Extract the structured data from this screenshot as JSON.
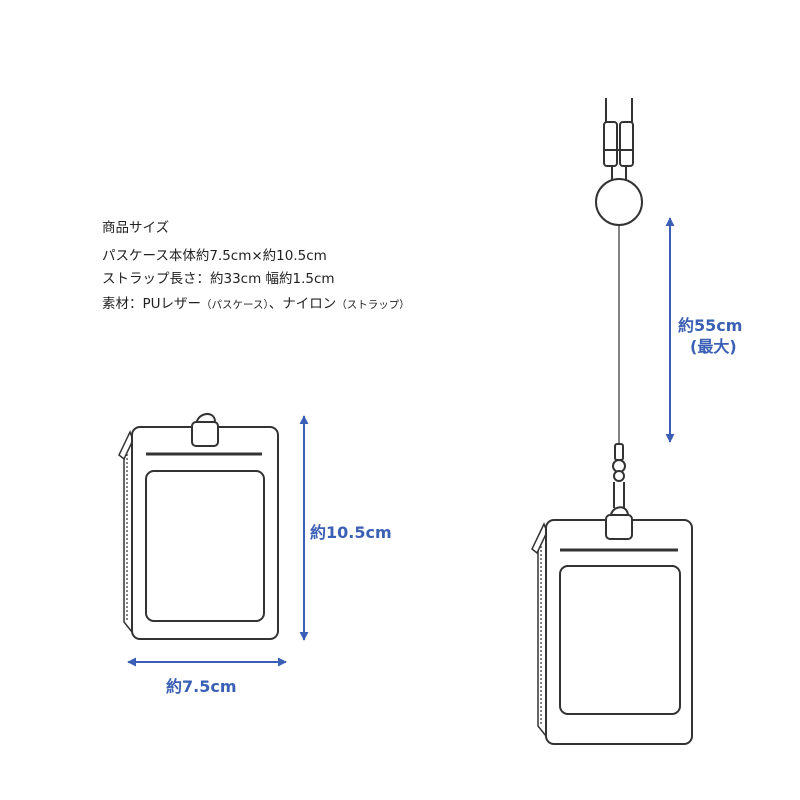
{
  "specs": {
    "heading": "商品サイズ",
    "case_size": "パスケース本体約7.5cm×約10.5cm",
    "strap_size": "ストラップ長さ：約33cm 幅約1.5cm",
    "material_label": "素材：PUレザー",
    "material_case_note": "（パスケース）",
    "material_sep": "、ナイロン",
    "material_strap_note": "（ストラップ）"
  },
  "dimensions": {
    "height": "約10.5cm",
    "width": "約7.5cm",
    "reel_length": "約55cm",
    "reel_length_note": "(最大)"
  },
  "colors": {
    "accent": "#3a5fb5",
    "outline": "#333333",
    "text": "#222222"
  }
}
